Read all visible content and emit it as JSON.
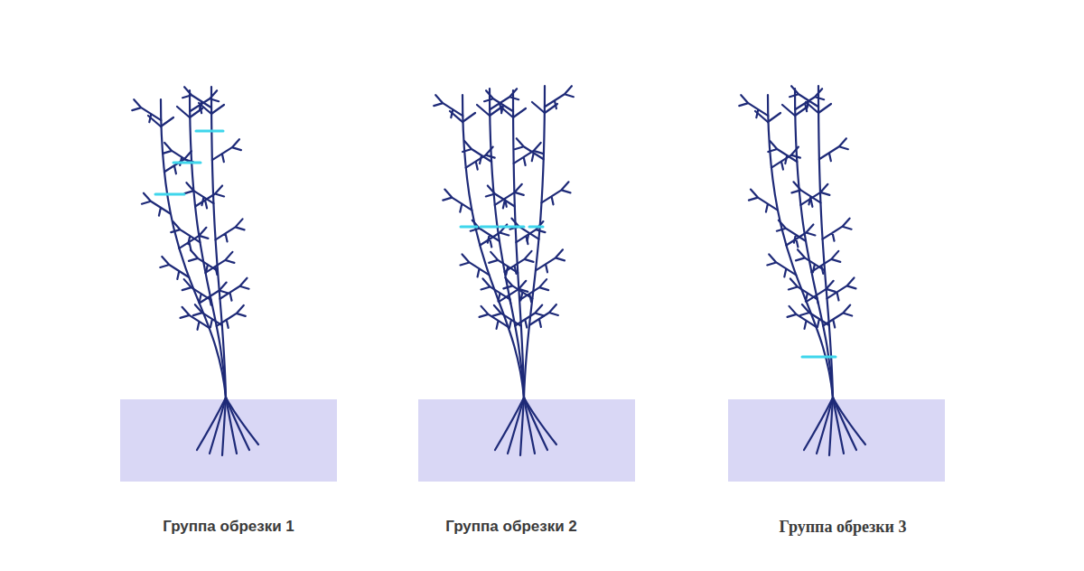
{
  "diagram": {
    "labels": [
      "Группа обрезки 1",
      "Группа обрезки 2",
      "Группа обрезки 3"
    ]
  }
}
